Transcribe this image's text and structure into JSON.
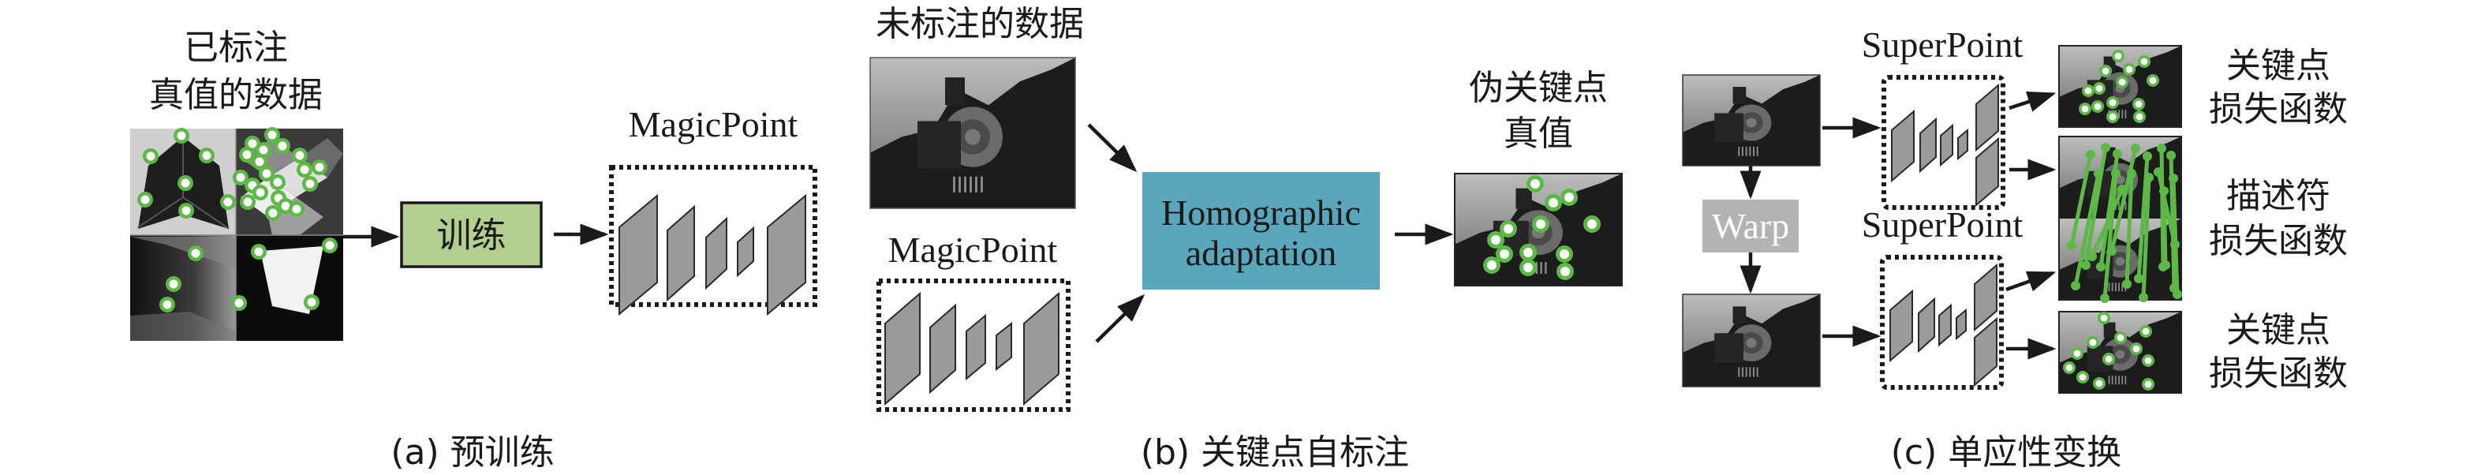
{
  "figure": {
    "colors": {
      "train_box": "#b3cf90",
      "homographic_box": "#5aa6ba",
      "warp_box": "#b3b3b3",
      "keypoint": "#5cb946",
      "layer_fill": "#9a9a9a"
    },
    "panel_a": {
      "input_label_line1": "已标注",
      "input_label_line2": "真值的数据",
      "train_label": "训练",
      "network_label": "MagicPoint",
      "caption": "(a) 预训练"
    },
    "panel_b": {
      "input_label": "未标注的数据",
      "network_label": "MagicPoint",
      "process_label_line1": "Homographic",
      "process_label_line2": "adaptation",
      "output_label_line1": "伪关键点",
      "output_label_line2": "真值",
      "caption": "(b) 关键点自标注"
    },
    "panel_c": {
      "warp_label": "Warp",
      "network_top_label": "SuperPoint",
      "network_bottom_label": "SuperPoint",
      "loss_top_line1": "关键点",
      "loss_top_line2": "损失函数",
      "loss_mid_line1": "描述符",
      "loss_mid_line2": "损失函数",
      "loss_bottom_line1": "关键点",
      "loss_bottom_line2": "损失函数",
      "caption": "(c) 单应性变换"
    }
  }
}
